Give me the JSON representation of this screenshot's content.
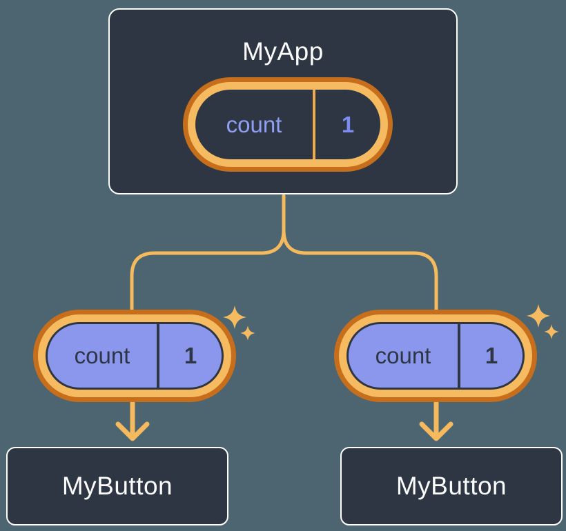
{
  "colors": {
    "background": "#4C6570",
    "card_bg": "#2E3643",
    "card_border": "#FFFFFF",
    "pill_ring_outer": "#C66E1B",
    "pill_ring_inner": "#F6BB60",
    "pill_fill_purple": "#8B97ED",
    "state_text": "#8FA0F2",
    "state_value_text": "#7C8CF0",
    "dark_text": "#2E3643",
    "connector": "#F5BA5E",
    "divider_state": "#EFAC4F",
    "label_text": "#FBFBFC"
  },
  "icons": {
    "pill_decoration": "sparkle-icon"
  },
  "nodes": {
    "root": {
      "label": "MyApp",
      "pill": {
        "key": "count",
        "value": "1"
      }
    },
    "left_child": {
      "label": "MyButton",
      "pill": {
        "key": "count",
        "value": "1"
      }
    },
    "right_child": {
      "label": "MyButton",
      "pill": {
        "key": "count",
        "value": "1"
      }
    }
  }
}
